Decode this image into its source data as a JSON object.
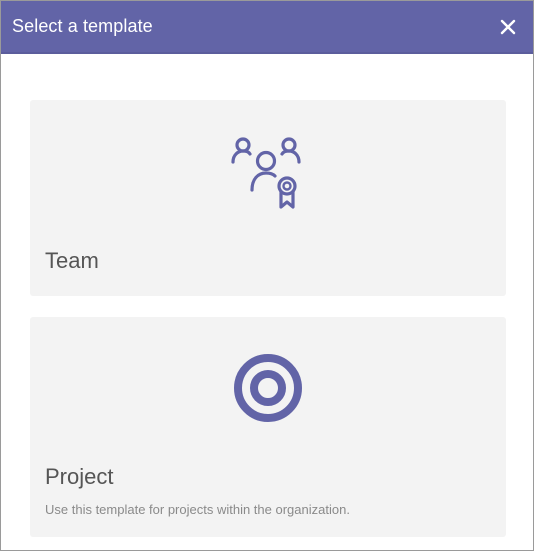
{
  "dialog": {
    "title": "Select a template",
    "close_icon": "close-icon",
    "accent_color": "#6264a7"
  },
  "templates": [
    {
      "title": "Team",
      "icon": "team-award-icon",
      "description": ""
    },
    {
      "title": "Project",
      "icon": "target-icon",
      "description": "Use this template for projects within the organization."
    }
  ]
}
